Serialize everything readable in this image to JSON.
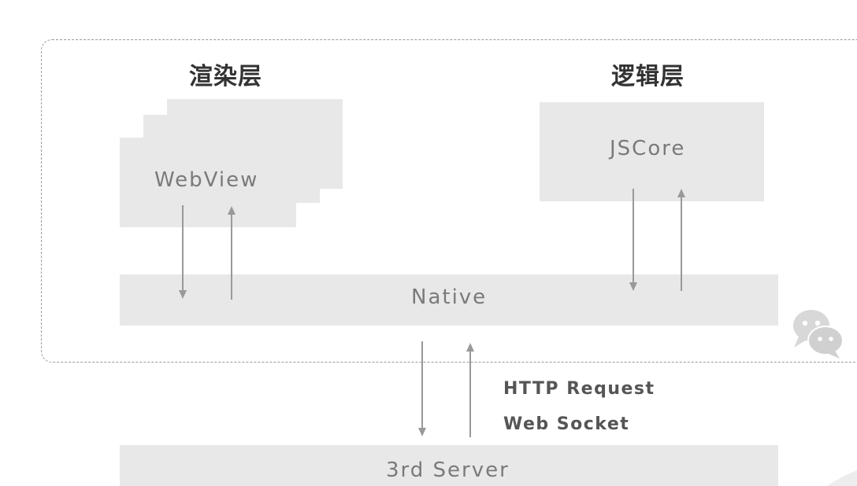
{
  "diagram": {
    "render_layer_title": "渲染层",
    "logic_layer_title": "逻辑层",
    "webview_label": "WebView",
    "jscore_label": "JSCore",
    "native_label": "Native",
    "server_label": "3rd Server",
    "protocols": [
      "HTTP Request",
      "Web Socket"
    ]
  },
  "colors": {
    "box_fill": "#e8e8e8",
    "arrow": "#999999",
    "border": "#9a9a9a"
  },
  "icons": {
    "corner_logo": "wechat-icon"
  }
}
